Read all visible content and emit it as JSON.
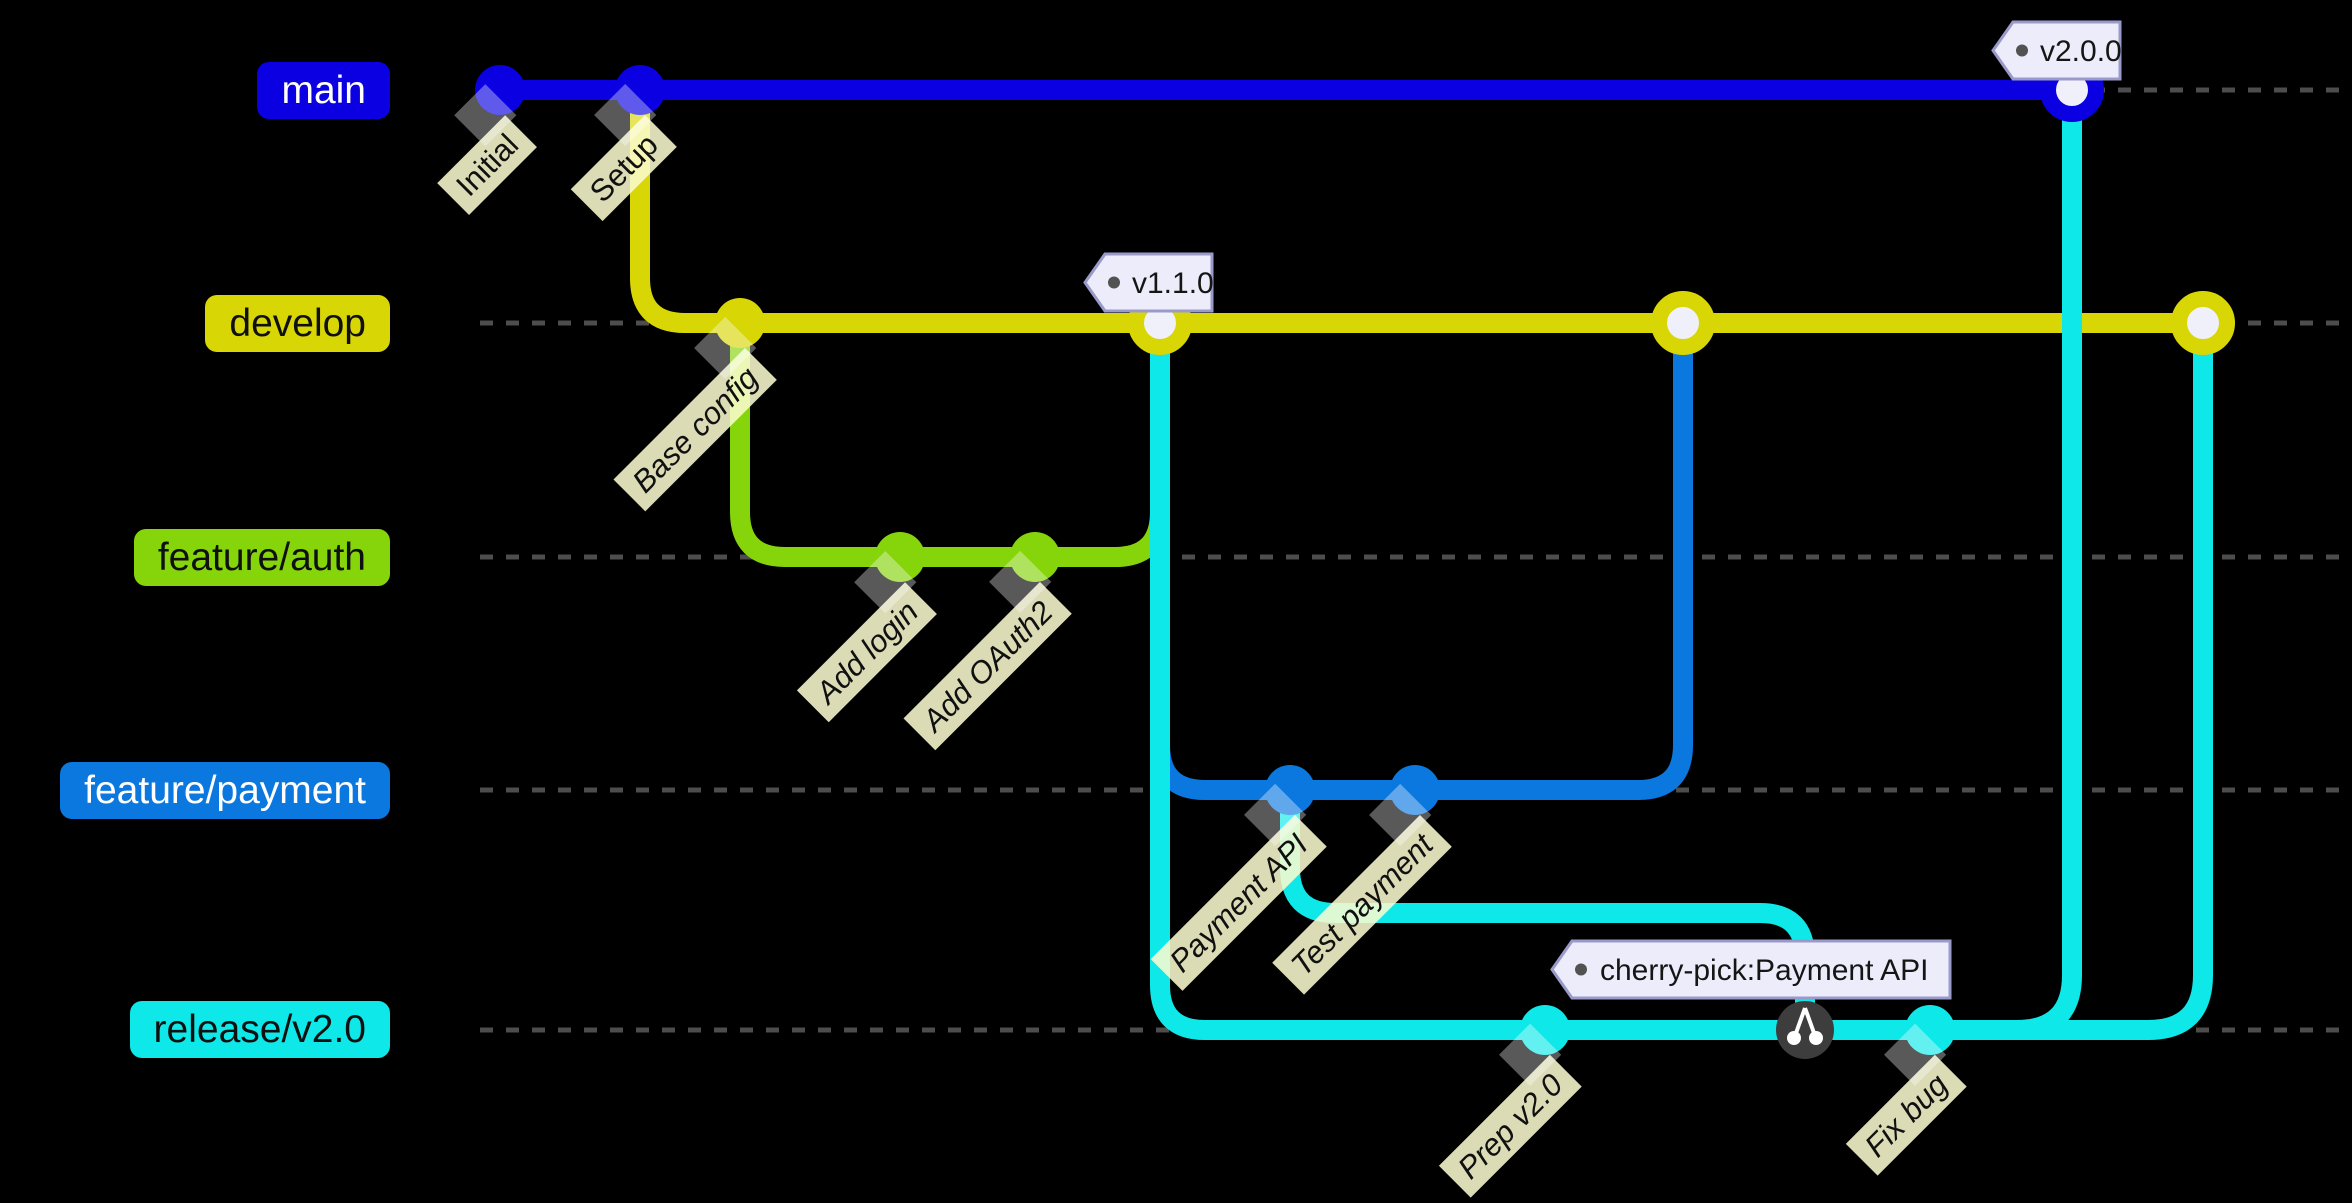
{
  "diagram": {
    "type": "git-graph",
    "orientation": "horizontal",
    "background": "#000000"
  },
  "colors": {
    "main": "#0a00e2",
    "develop": "#d8d605",
    "auth": "#85d50a",
    "payment": "#0b78e0",
    "release": "#0fe8e8",
    "guide_line": "#4d4d4d",
    "merge_fill": "#f0f0fa",
    "cherry_fill": "#3d3d3d",
    "commit_label_bg": "#fcfcd0",
    "tag_fill": "#ececfa",
    "tag_stroke": "#9a9aca"
  },
  "branches": {
    "main": {
      "label": "main"
    },
    "develop": {
      "label": "develop"
    },
    "auth": {
      "label": "feature/auth"
    },
    "payment": {
      "label": "feature/payment"
    },
    "release": {
      "label": "release/v2.0"
    }
  },
  "commits": {
    "initial": {
      "label": "Initial",
      "branch": "main",
      "type": "normal"
    },
    "setup": {
      "label": "Setup",
      "branch": "main",
      "type": "normal"
    },
    "base": {
      "label": "Base config",
      "branch": "develop",
      "type": "normal"
    },
    "login": {
      "label": "Add login",
      "branch": "feature/auth",
      "type": "normal"
    },
    "oauth": {
      "label": "Add OAuth2",
      "branch": "feature/auth",
      "type": "normal"
    },
    "merge_auth_into_develop": {
      "branch": "develop",
      "type": "merge",
      "tag": "v1.1.0"
    },
    "payapi": {
      "label": "Payment API",
      "branch": "feature/payment",
      "type": "normal"
    },
    "testpay": {
      "label": "Test payment",
      "branch": "feature/payment",
      "type": "normal"
    },
    "merge_payment_into_develop": {
      "branch": "develop",
      "type": "merge"
    },
    "prep": {
      "label": "Prep v2.0",
      "branch": "release/v2.0",
      "type": "normal"
    },
    "cherrypick": {
      "branch": "release/v2.0",
      "type": "cherry-pick",
      "source": "Payment API"
    },
    "fix": {
      "label": "Fix bug",
      "branch": "release/v2.0",
      "type": "normal"
    },
    "merge_release_into_main": {
      "branch": "main",
      "type": "merge",
      "tag": "v2.0.0"
    },
    "merge_release_into_develop": {
      "branch": "develop",
      "type": "merge"
    }
  },
  "tags": {
    "v110": "v1.1.0",
    "v200": "v2.0.0",
    "cherry": "cherry-pick:Payment API"
  }
}
